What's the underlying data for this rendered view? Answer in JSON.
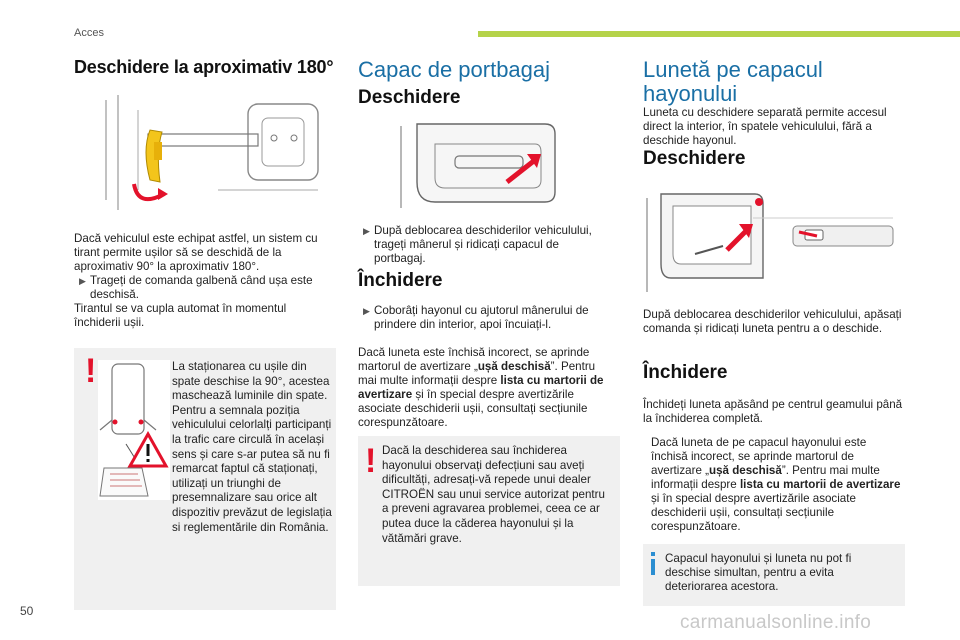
{
  "header": {
    "section": "Acces",
    "accent_color": "#b5d34a"
  },
  "page_number": "50",
  "watermark": "carmanualsonline.info",
  "col1": {
    "title": "Deschidere la aproximativ 180°",
    "image_icon": "door-tie-rod-diagram",
    "p1": "Dacă vehiculul este echipat astfel, un sistem cu tirant permite ușilor să se deschidă de la aproximativ 90° la aproximativ 180°.",
    "bullet1": "Trageți de comanda galbenă când ușa este deschisă.",
    "p2": "Tirantul se va cupla automat în momentul închiderii ușii.",
    "warning": {
      "mark": "!",
      "text": "La staționarea cu ușile din spate deschise la 90°, acestea maschează luminile din spate. Pentru a semnala poziția vehiculului celorlalți participanți la trafic care circulă în același sens și care s-ar putea să nu fi remarcat faptul că staționați, utilizați un triunghi de presemnalizare sau orice alt dispozitiv prevăzut de legislația si reglementările din România."
    }
  },
  "col2": {
    "title": "Capac de portbagaj",
    "open_heading": "Deschidere",
    "open_bullet": "După deblocarea deschiderilor vehiculului, trageți mânerul și ridicați capacul de portbagaj.",
    "close_heading": "Închidere",
    "close_bullet": "Coborâți hayonul cu ajutorul mânerului de prindere din interior, apoi încuiați-l.",
    "p_pre": "Dacă luneta este închisă incorect, se aprinde martorul de avertizare „",
    "p_b1": "ușă deschisă",
    "p_mid": "”. Pentru mai multe informații despre ",
    "p_b2": "lista cu martorii de avertizare",
    "p_post": " și în special despre avertizările asociate deschiderii ușii, consultați secțiunile corespunzătoare.",
    "warning": {
      "mark": "!",
      "text": "Dacă la deschiderea sau închiderea hayonului observați defecțiuni sau aveți dificultăți, adresați-vă repede unui dealer CITROËN sau unui service autorizat pentru a preveni agravarea problemei, ceea ce ar putea duce la căderea hayonului și la vătămări grave."
    }
  },
  "col3": {
    "title": "Lunetă pe capacul hayonului",
    "intro": "Luneta cu deschidere separată permite accesul direct la interior, în spatele vehiculului, fără a deschide hayonul.",
    "open_heading": "Deschidere",
    "open_text": "După deblocarea deschiderilor vehiculului, apăsați comanda și ridicați luneta pentru a o deschide.",
    "close_heading": "Închidere",
    "close_text": "Închideți luneta apăsând pe centrul geamului până la închiderea completă.",
    "p_pre": "Dacă luneta de pe capacul hayonului este închisă incorect, se aprinde martorul de avertizare „",
    "p_b1": "ușă deschisă",
    "p_mid": "”. Pentru mai multe informații despre ",
    "p_b2": "lista cu martorii de avertizare",
    "p_post": " și în special despre avertizările asociate deschiderii ușii, consultați secțiunile corespunzătoare.",
    "info": "Capacul hayonului și luneta nu pot fi deschise simultan, pentru a evita deteriorarea acestora."
  }
}
